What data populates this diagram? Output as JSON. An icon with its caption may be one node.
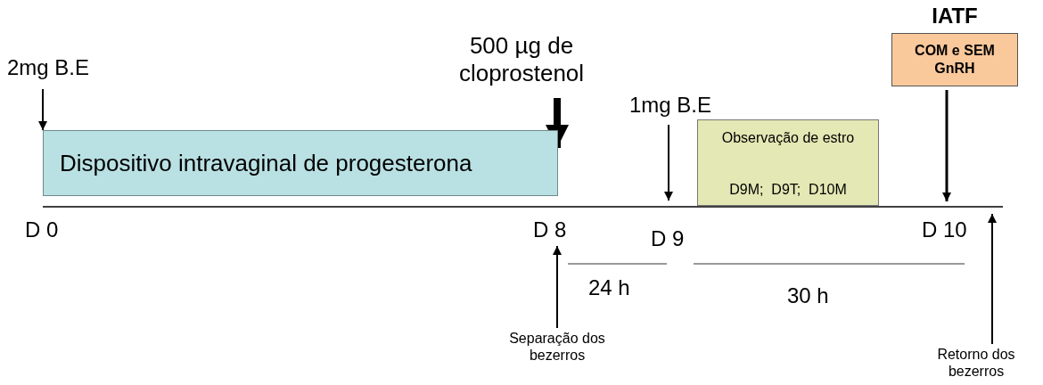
{
  "diagram": {
    "nodes": [
      {
        "text": [
          "2mg B.E"
        ]
      },
      {
        "text": [
          "500 µg de cloprostenol"
        ]
      },
      {
        "text": [
          "1mg B.E"
        ]
      },
      {
        "text": [
          "IATF",
          "COM e SEM GnRH"
        ]
      },
      {
        "text": [
          "Dispositivo intravaginal de progesterona"
        ]
      },
      {
        "text": [
          "Observação de estro",
          "D9M;  D9T;  D10M"
        ]
      },
      {
        "text": [
          "D 8"
        ]
      },
      {
        "text": [
          "Separação dos bezerros"
        ]
      },
      {
        "text": [
          "Retorno dos bezerros"
        ]
      }
    ],
    "edges": [
      {
        "from": 0,
        "to": 4,
        "arrow": "to"
      },
      {
        "from": 1,
        "to": 4,
        "arrow": "to",
        "style": "thick"
      },
      {
        "from": 2,
        "to": null,
        "arrow": "to"
      },
      {
        "from": 3,
        "to": null,
        "arrow": "to"
      },
      {
        "from": 7,
        "to": 6,
        "arrow": "to"
      },
      {
        "from": 8,
        "to": null,
        "arrow": "to"
      }
    ],
    "labels": [
      "D 0",
      "D 9",
      "D 10",
      "24 h",
      "30 h"
    ]
  }
}
